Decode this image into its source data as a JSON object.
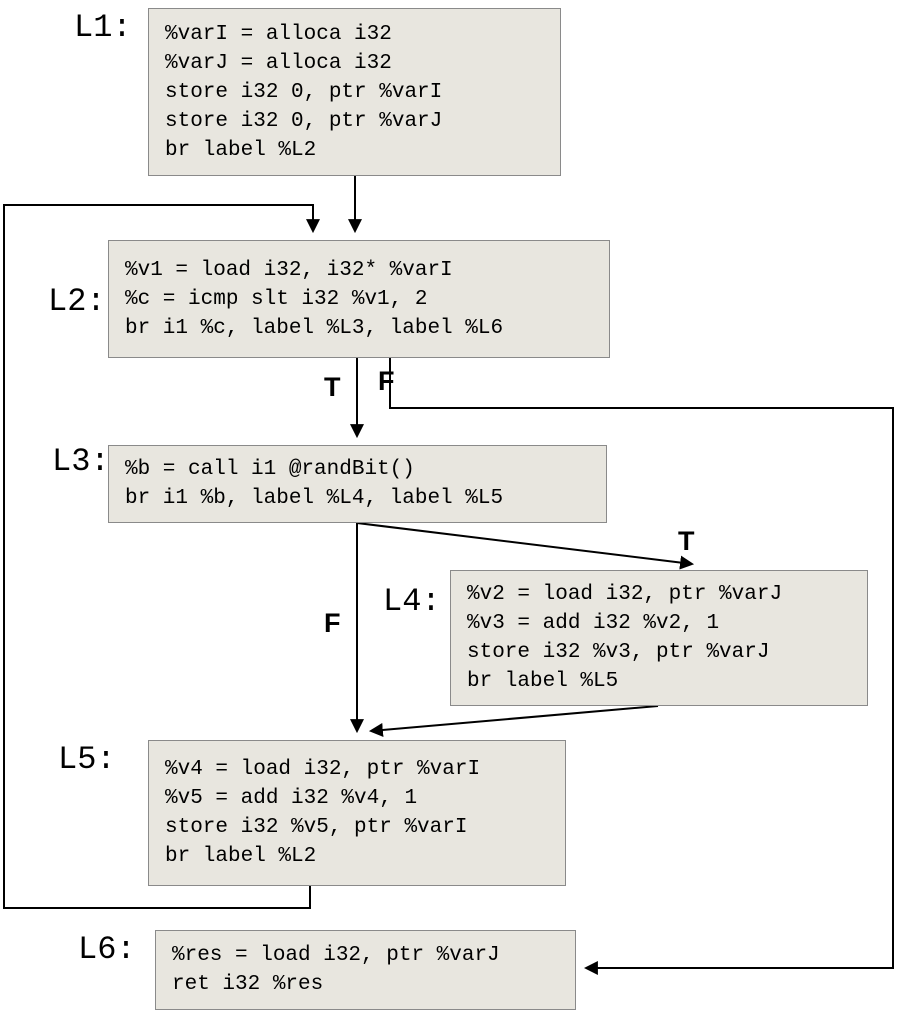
{
  "diagram": {
    "title": "control-flow-graph",
    "colors": {
      "box_fill": "#e8e6df",
      "box_border": "#8a8a8a",
      "edge": "#000000"
    },
    "blocks": [
      {
        "id": "L1",
        "label": "L1:",
        "lines": [
          "%varI = alloca i32",
          "%varJ = alloca i32",
          "store i32 0, ptr %varI",
          "store i32 0, ptr %varJ",
          "br label %L2"
        ]
      },
      {
        "id": "L2",
        "label": "L2:",
        "lines": [
          "%v1 = load i32, i32* %varI",
          "%c = icmp slt i32 %v1, 2",
          "br i1 %c, label %L3, label %L6"
        ]
      },
      {
        "id": "L3",
        "label": "L3:",
        "lines": [
          "%b = call i1 @randBit()",
          "br i1 %b, label %L4, label %L5"
        ]
      },
      {
        "id": "L4",
        "label": "L4:",
        "lines": [
          "%v2 = load i32, ptr %varJ",
          "%v3 = add i32 %v2, 1",
          "store i32 %v3, ptr %varJ",
          "br label %L5"
        ]
      },
      {
        "id": "L5",
        "label": "L5:",
        "lines": [
          "%v4 = load i32, ptr %varI",
          "%v5 = add i32 %v4, 1",
          "store i32 %v5, ptr %varI",
          "br label %L2"
        ]
      },
      {
        "id": "L6",
        "label": "L6:",
        "lines": [
          "%res = load i32, ptr %varJ",
          "ret i32 %res"
        ]
      }
    ],
    "edges": [
      {
        "from": "L1",
        "to": "L2",
        "label": ""
      },
      {
        "from": "L5",
        "to": "L2",
        "label": ""
      },
      {
        "from": "L2",
        "to": "L3",
        "label": "T"
      },
      {
        "from": "L2",
        "to": "L6",
        "label": "F"
      },
      {
        "from": "L3",
        "to": "L4",
        "label": "T"
      },
      {
        "from": "L3",
        "to": "L5",
        "label": "F"
      },
      {
        "from": "L4",
        "to": "L5",
        "label": ""
      }
    ]
  }
}
